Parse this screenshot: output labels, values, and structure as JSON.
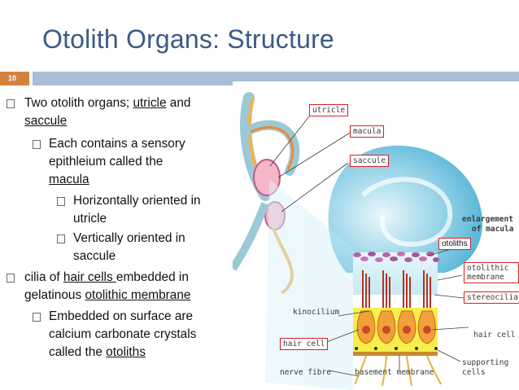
{
  "slide": {
    "title": "Otolith Organs: Structure",
    "number": "10"
  },
  "bullets": {
    "b1": {
      "part1": "Two otolith organs; ",
      "utricle": "utricle",
      "part2": " and",
      "saccule": "saccule"
    },
    "b2": {
      "line1": "Each contains a sensory",
      "line2": "epithleium called the",
      "macula": "macula"
    },
    "b3": {
      "line1": "Horizontally oriented in",
      "line2": "utricle"
    },
    "b4": {
      "line1": "Vertically oriented in",
      "line2": "saccule"
    },
    "b5": {
      "part1": "cilia of ",
      "hair_cells": "hair cells ",
      "part2": "embedded in",
      "part3": "gelatinous ",
      "membrane": "otolithic membrane"
    },
    "b6": {
      "line1": "Embedded on surface are",
      "line2": "calcium carbonate crystals",
      "line3": "called the ",
      "otoliths": "otoliths"
    }
  },
  "figure": {
    "labels": {
      "utricle": "utricle",
      "macula": "macula",
      "saccule": "saccule",
      "enlargement_1": "enlargement",
      "enlargement_2": "of macula",
      "otoliths": "otoliths",
      "otolithic_1": "otolithic",
      "otolithic_2": "membrane",
      "stereocilia": "stereocilia",
      "kinocilium": "kinocilium",
      "hair_cell_left": "hair cell",
      "hair_cell_right": "hair cell",
      "supporting_1": "supporting",
      "supporting_2": "cells",
      "nerve_fibre": "nerve fibre",
      "basement_membrane": "basement membrane"
    }
  }
}
